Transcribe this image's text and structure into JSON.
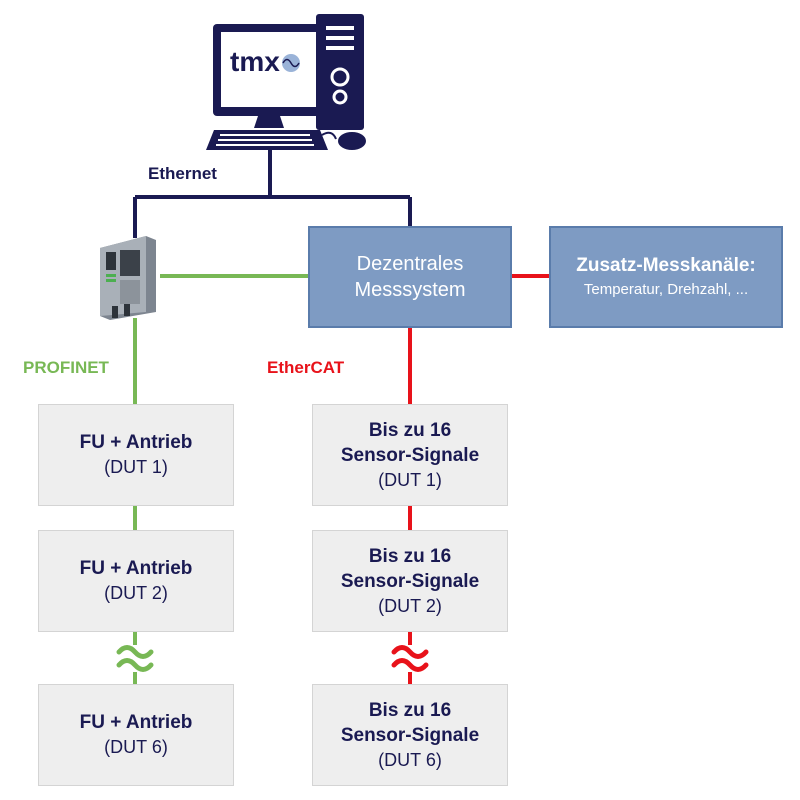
{
  "colors": {
    "ethernet": "#1a1a52",
    "profinet": "#78b855",
    "ethercat": "#e8121a",
    "box_fill": "#eeeeee",
    "system_fill": "#7e9bc3",
    "text_dark": "#1a1a52"
  },
  "computer": {
    "logo_text": "tmx",
    "icon": "computer-icon"
  },
  "plc": {
    "icon": "plc-controller-icon"
  },
  "labels": {
    "ethernet": "Ethernet",
    "profinet": "PROFINET",
    "ethercat": "EtherCAT"
  },
  "measurement_system": {
    "line1": "Dezentrales",
    "line2": "Messsystem"
  },
  "extra_channels": {
    "title": "Zusatz-Messkanäle:",
    "subtitle": "Temperatur, Drehzahl, ..."
  },
  "left_column": [
    {
      "title": "FU + Antrieb",
      "id": "(DUT 1)"
    },
    {
      "title": "FU + Antrieb",
      "id": "(DUT 2)"
    },
    {
      "title": "FU + Antrieb",
      "id": "(DUT 6)"
    }
  ],
  "right_column": [
    {
      "title1": "Bis zu 16",
      "title2": "Sensor-Signale",
      "id": "(DUT 1)"
    },
    {
      "title1": "Bis zu 16",
      "title2": "Sensor-Signale",
      "id": "(DUT 2)"
    },
    {
      "title1": "Bis zu 16",
      "title2": "Sensor-Signale",
      "id": "(DUT 6)"
    }
  ]
}
